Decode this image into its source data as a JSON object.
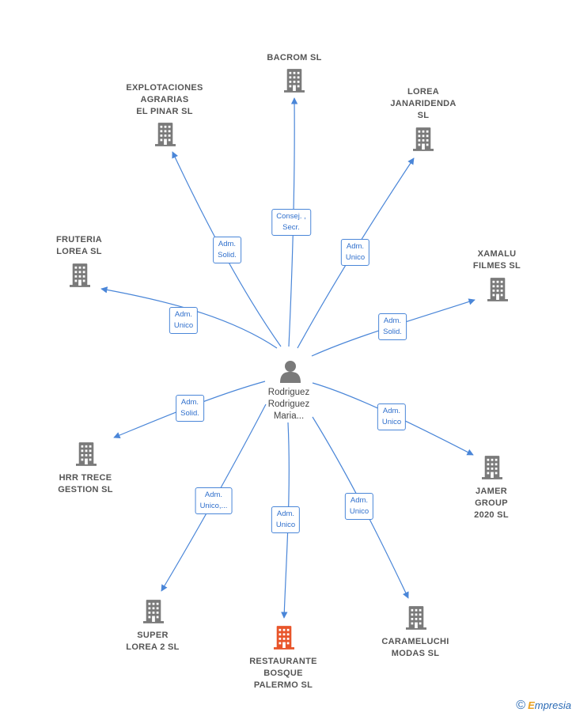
{
  "center": {
    "name": "Rodriguez\nRodriguez\nMaria..."
  },
  "companies": [
    {
      "id": "bacrom",
      "label": "BACROM  SL",
      "highlight": false
    },
    {
      "id": "explotaciones",
      "label": "EXPLOTACIONES\nAGRARIAS\nEL PINAR  SL",
      "highlight": false
    },
    {
      "id": "lorea-janaridenda",
      "label": "LOREA\nJANARIDENDA\nSL",
      "highlight": false
    },
    {
      "id": "fruteria",
      "label": "FRUTERIA\nLOREA  SL",
      "highlight": false
    },
    {
      "id": "xamalu",
      "label": "XAMALU\nFILMES SL",
      "highlight": false
    },
    {
      "id": "hrr-trece",
      "label": "HRR TRECE\nGESTION  SL",
      "highlight": false
    },
    {
      "id": "jamer",
      "label": "JAMER\nGROUP\n2020  SL",
      "highlight": false
    },
    {
      "id": "super-lorea",
      "label": "SUPER\nLOREA 2 SL",
      "highlight": false
    },
    {
      "id": "restaurante",
      "label": "RESTAURANTE\nBOSQUE\nPALERMO  SL",
      "highlight": true
    },
    {
      "id": "carameluchi",
      "label": "CARAMELUCHI\nMODAS  SL",
      "highlight": false
    }
  ],
  "edges": [
    {
      "to": "bacrom",
      "role": "Consej. ,\nSecr."
    },
    {
      "to": "explotaciones",
      "role": "Adm.\nSolid."
    },
    {
      "to": "lorea-janaridenda",
      "role": "Adm.\nUnico"
    },
    {
      "to": "fruteria",
      "role": "Adm.\nUnico"
    },
    {
      "to": "xamalu",
      "role": "Adm.\nSolid."
    },
    {
      "to": "hrr-trece",
      "role": "Adm.\nSolid."
    },
    {
      "to": "jamer",
      "role": "Adm.\nUnico"
    },
    {
      "to": "super-lorea",
      "role": "Adm.\nUnico,..."
    },
    {
      "to": "restaurante",
      "role": "Adm.\nUnico"
    },
    {
      "to": "carameluchi",
      "role": "Adm.\nUnico"
    }
  ],
  "colors": {
    "edge": "#4a86d8",
    "building": "#7a7a7a",
    "building_highlight": "#e8552a",
    "person": "#7a7a7a"
  },
  "footer": {
    "copyright_symbol": "©",
    "brand_initial": "E",
    "brand_rest": "mpresia"
  }
}
